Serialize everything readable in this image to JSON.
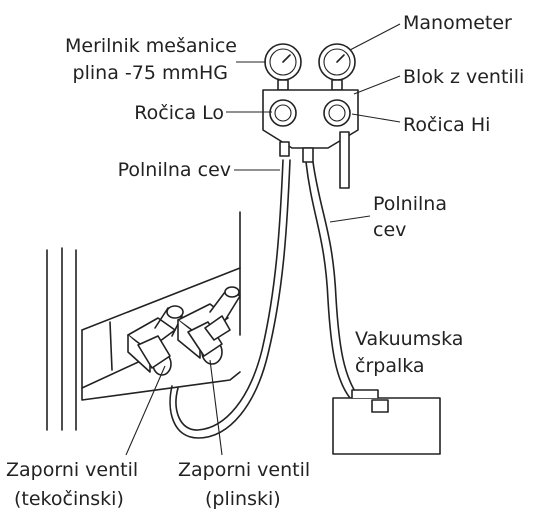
{
  "labels": {
    "manometer": "Manometer",
    "gauge_line1": "Merilnik mešanice",
    "gauge_line2": "plina -75 mmHG",
    "valve_block": "Blok z ventili",
    "lever_lo": "Ročica Lo",
    "lever_hi": "Ročica Hi",
    "hose_left": "Polnilna cev",
    "hose_right_line1": "Polnilna",
    "hose_right_line2": "cev",
    "pump_line1": "Vakuumska",
    "pump_line2": "črpalka",
    "valve_liquid_line1": "Zaporni ventil",
    "valve_liquid_line2": "(tekočinski)",
    "valve_gas_line1": "Zaporni ventil",
    "valve_gas_line2": "(plinski)"
  }
}
